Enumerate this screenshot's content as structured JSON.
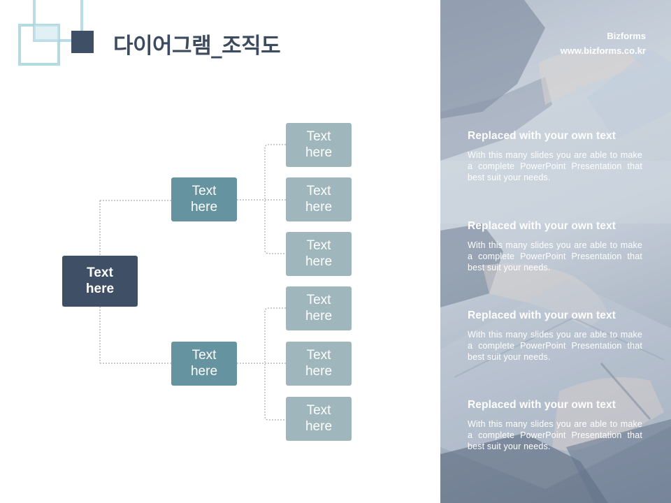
{
  "header": {
    "title": "다이어그램_조직도"
  },
  "org_chart": {
    "root": {
      "label": "Text\nhere"
    },
    "branches": [
      {
        "label": "Text\nhere",
        "children": [
          {
            "label": "Text\nhere"
          },
          {
            "label": "Text\nhere"
          },
          {
            "label": "Text\nhere"
          }
        ]
      },
      {
        "label": "Text\nhere",
        "children": [
          {
            "label": "Text\nhere"
          },
          {
            "label": "Text\nhere"
          },
          {
            "label": "Text\nhere"
          }
        ]
      }
    ]
  },
  "brand": {
    "name": "Bizforms",
    "url": "www.bizforms.co.kr"
  },
  "info_blocks": [
    {
      "heading": "Replaced with your own text",
      "body": "With this many slides you are able to make a complete PowerPoint Presentation that best suit your needs."
    },
    {
      "heading": "Replaced with your own text",
      "body": "With this many slides you are able to make a complete PowerPoint Presentation that best suit your needs."
    },
    {
      "heading": "Replaced with your own text",
      "body": "With this many slides you are able to make a complete PowerPoint Presentation that best suit your needs."
    },
    {
      "heading": "Replaced with your own text",
      "body": "With this many slides you are able to make a complete PowerPoint Presentation that best suit your needs."
    }
  ],
  "colors": {
    "root": "#3f4f66",
    "branch": "#6594a0",
    "leaf": "#9fb6bc",
    "title": "#3c4b5f",
    "connector": "#9a9a9a"
  }
}
